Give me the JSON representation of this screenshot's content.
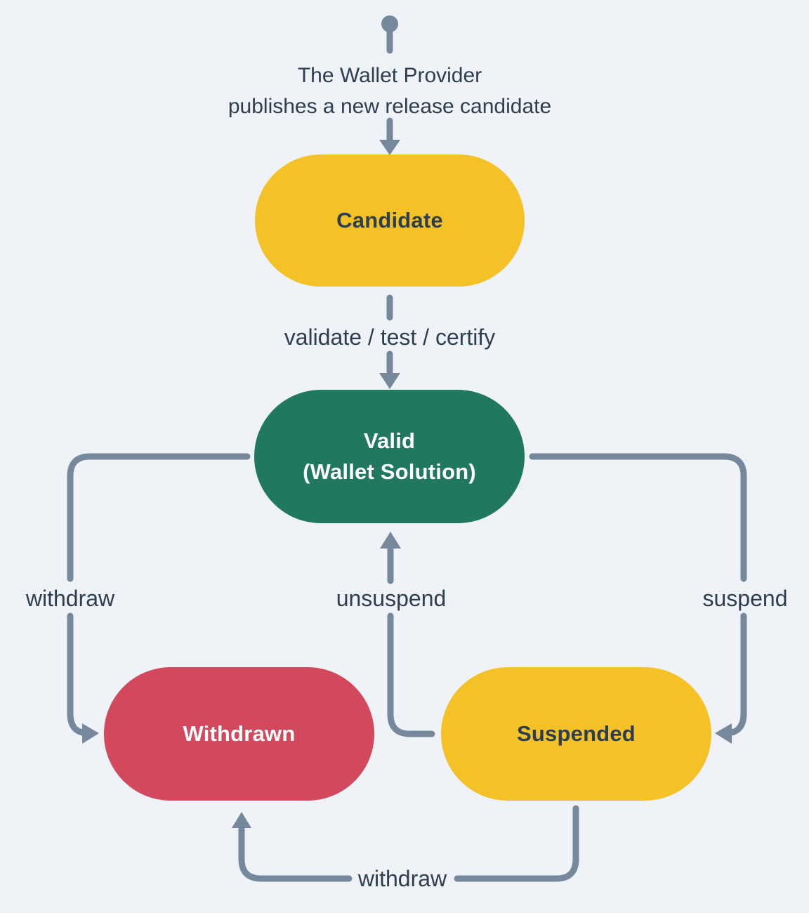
{
  "theme": {
    "background": "#EFF2F6",
    "line_color": "#76889B",
    "text_color": "#2C3E50",
    "node_palette": {
      "yellow": "#F4C127",
      "green": "#20795E",
      "red": "#D2485C"
    }
  },
  "start_event": {
    "line1": "The Wallet Provider",
    "line2": "publishes a new release candidate"
  },
  "nodes": {
    "candidate": {
      "label": "Candidate",
      "fill": "#F4C127",
      "text_color": "#2C3E50"
    },
    "valid": {
      "label": "Valid",
      "sublabel": "(Wallet Solution)",
      "fill": "#20795E",
      "text_color": "#FFFFFF"
    },
    "withdrawn": {
      "label": "Withdrawn",
      "fill": "#D2485C",
      "text_color": "#FFFFFF"
    },
    "suspended": {
      "label": "Suspended",
      "fill": "#F4C127",
      "text_color": "#2C3E50"
    }
  },
  "edges": {
    "candidate_to_valid": {
      "label": "validate / test / certify"
    },
    "valid_to_withdrawn": {
      "label": "withdraw"
    },
    "valid_to_suspended": {
      "label": "suspend"
    },
    "suspended_to_valid": {
      "label": "unsuspend"
    },
    "suspended_to_withdrawn": {
      "label": "withdraw"
    }
  }
}
